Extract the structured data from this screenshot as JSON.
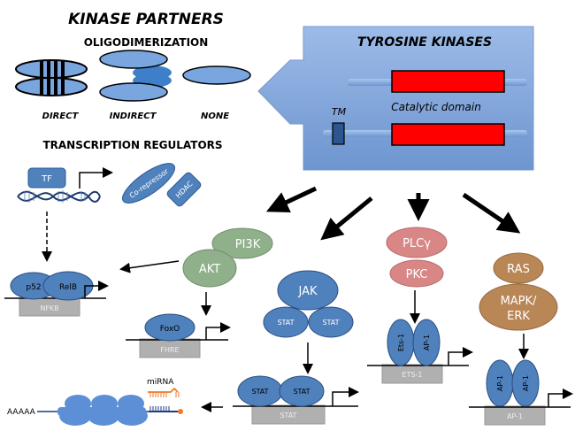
{
  "titles": {
    "kinase_partners": "KINASE PARTNERS",
    "oligodimerization": "OLIGODIMERIZATION",
    "transcription_regulators": "TRANSCRIPTION REGULATORS",
    "tyrosine_kinases": "TYROSINE KINASES"
  },
  "oligo_labels": {
    "direct": "DIRECT",
    "indirect": "INDIRECT",
    "none": "NONE"
  },
  "tk": {
    "tm": "TM",
    "catalytic": "Catalytic domain"
  },
  "tr": {
    "tf": "TF",
    "corepressor": "Co-repressor",
    "hdac": "HDAC"
  },
  "nfkb": {
    "p52": "p52",
    "relb": "RelB",
    "element": "NFKB"
  },
  "pi3k": {
    "pi3k": "PI3K",
    "akt": "AKT"
  },
  "foxo": {
    "protein": "FoxO",
    "element": "FHRE"
  },
  "jak": {
    "jak": "JAK",
    "stat1": "STAT",
    "stat2": "STAT"
  },
  "stat_dna": {
    "stat1": "STAT",
    "stat2": "STAT",
    "element": "STAT"
  },
  "plc": {
    "plc": "PLCγ",
    "pkc": "PKC"
  },
  "ets": {
    "ets1": "Ets-1",
    "ap1": "AP-1",
    "element": "ETS-1"
  },
  "ras": {
    "ras": "RAS",
    "mapk_line1": "MAPK/",
    "mapk_line2": "ERK"
  },
  "ap1": {
    "ap1a": "AP-1",
    "ap1b": "AP-1",
    "element": "AP-1"
  },
  "mrna": {
    "polya": "AAAAA",
    "mirna": "miRNA"
  },
  "colors": {
    "blue": "#4f81bd",
    "light_blue": "#8db3e2",
    "red": "#ff0000",
    "green": "#8fb08a",
    "pink": "#d98686",
    "brown": "#b98656",
    "gray": "#b0b0b0",
    "orange": "#f07a2a",
    "navy": "#1f3a8a"
  }
}
